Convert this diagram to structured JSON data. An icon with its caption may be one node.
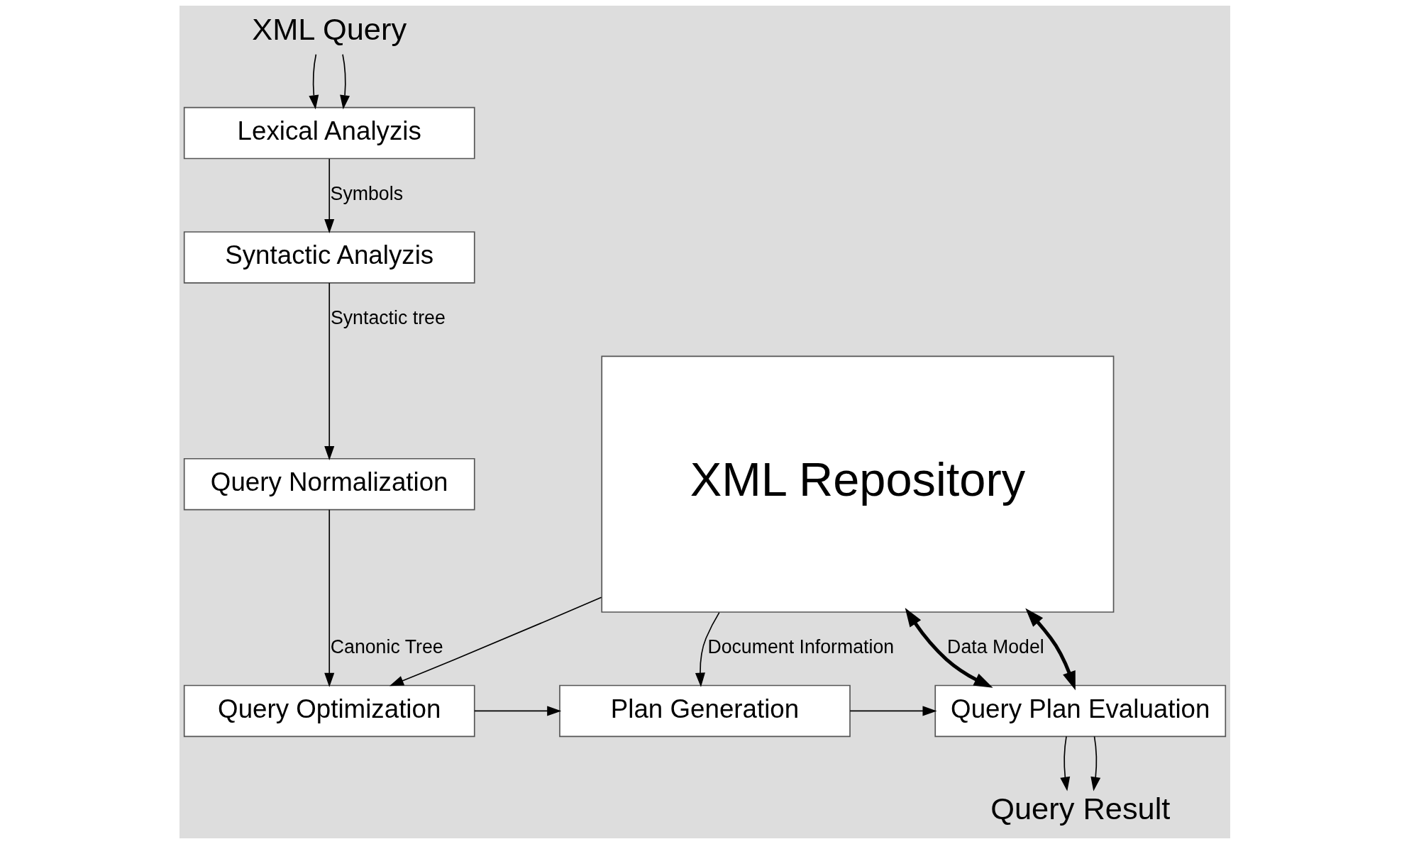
{
  "diagram": {
    "nodes": [
      {
        "text": [
          "XML Query"
        ]
      },
      {
        "text": [
          "Lexical Analyzis"
        ]
      },
      {
        "text": [
          "Syntactic Analyzis"
        ]
      },
      {
        "text": [
          "Query Normalization"
        ]
      },
      {
        "text": [
          "Query Optimization"
        ]
      },
      {
        "text": [
          "Plan Generation"
        ]
      },
      {
        "text": [
          "Query Plan Evaluation"
        ]
      },
      {
        "text": [
          "XML Repository"
        ]
      },
      {
        "text": [
          "Query Result"
        ]
      }
    ],
    "edges": [
      {
        "from": 0,
        "to": 1,
        "arrow": "to"
      },
      {
        "from": 0,
        "to": 1,
        "arrow": "to"
      },
      {
        "from": 1,
        "to": 2,
        "arrow": "to",
        "label": "Symbols"
      },
      {
        "from": 2,
        "to": 3,
        "arrow": "to",
        "label": "Syntactic tree"
      },
      {
        "from": 3,
        "to": 4,
        "arrow": "to",
        "label": "Canonic Tree"
      },
      {
        "from": 7,
        "to": 4,
        "arrow": "to"
      },
      {
        "from": 7,
        "to": 5,
        "arrow": "to",
        "label": "Document Information"
      },
      {
        "from": 4,
        "to": 5,
        "arrow": "to"
      },
      {
        "from": 5,
        "to": 6,
        "arrow": "to"
      },
      {
        "from": 7,
        "to": 6,
        "arrow": "both",
        "style": "thick",
        "label": "Data Model"
      },
      {
        "from": 7,
        "to": 6,
        "arrow": "both",
        "style": "thick"
      },
      {
        "from": 6,
        "to": 8,
        "arrow": "to"
      },
      {
        "from": 6,
        "to": 8,
        "arrow": "to"
      }
    ]
  }
}
